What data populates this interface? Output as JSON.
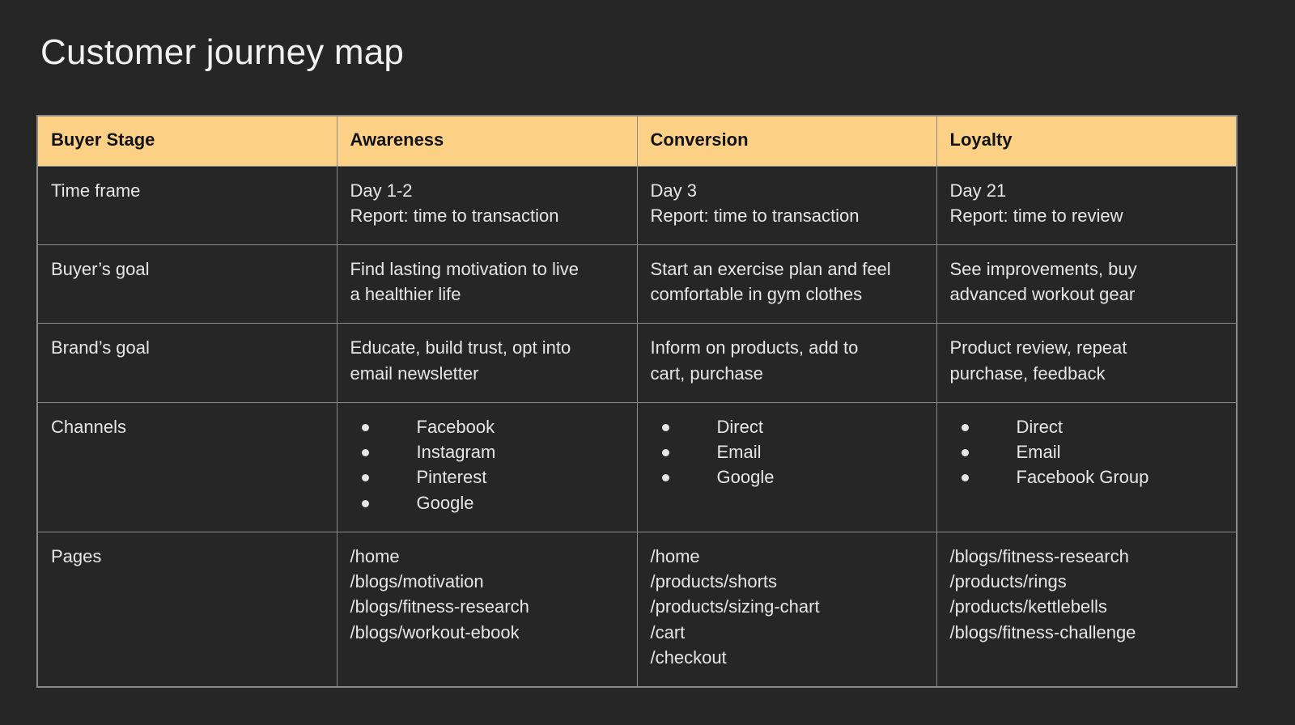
{
  "title": "Customer journey map",
  "theme": {
    "background": "#262626",
    "header_fill": "#FCD186",
    "header_text": "#121212",
    "body_text": "#e6e6e6",
    "border": "#8a8a8a"
  },
  "table": {
    "headers": [
      "Buyer Stage",
      "Awareness",
      "Conversion",
      "Loyalty"
    ],
    "rows": [
      {
        "label": "Time frame",
        "type": "lines",
        "cells": [
          [
            "Day 1-2",
            "Report: time to transaction"
          ],
          [
            "Day 3",
            "Report: time to transaction"
          ],
          [
            "Day 21",
            "Report: time to review"
          ]
        ]
      },
      {
        "label": "Buyer’s goal",
        "type": "lines",
        "cells": [
          [
            "Find lasting motivation to live",
            "a healthier life"
          ],
          [
            "Start an exercise plan and feel",
            "comfortable in gym clothes"
          ],
          [
            "See improvements, buy",
            "advanced workout gear"
          ]
        ]
      },
      {
        "label": "Brand’s goal",
        "type": "lines",
        "cells": [
          [
            "Educate, build trust, opt into",
            "email newsletter"
          ],
          [
            "Inform on products, add to",
            "cart, purchase"
          ],
          [
            "Product review, repeat",
            "purchase, feedback"
          ]
        ]
      },
      {
        "label": "Channels",
        "type": "bullets",
        "cells": [
          [
            "Facebook",
            "Instagram",
            "Pinterest",
            "Google"
          ],
          [
            "Direct",
            "Email",
            "Google"
          ],
          [
            "Direct",
            "Email",
            "Facebook Group"
          ]
        ]
      },
      {
        "label": "Pages",
        "type": "lines",
        "cells": [
          [
            "/home",
            "/blogs/motivation",
            "/blogs/fitness-research",
            "/blogs/workout-ebook"
          ],
          [
            "/home",
            "/products/shorts",
            "/products/sizing-chart",
            "/cart",
            "/checkout"
          ],
          [
            "/blogs/fitness-research",
            "/products/rings",
            "/products/kettlebells",
            "/blogs/fitness-challenge"
          ]
        ]
      }
    ]
  }
}
